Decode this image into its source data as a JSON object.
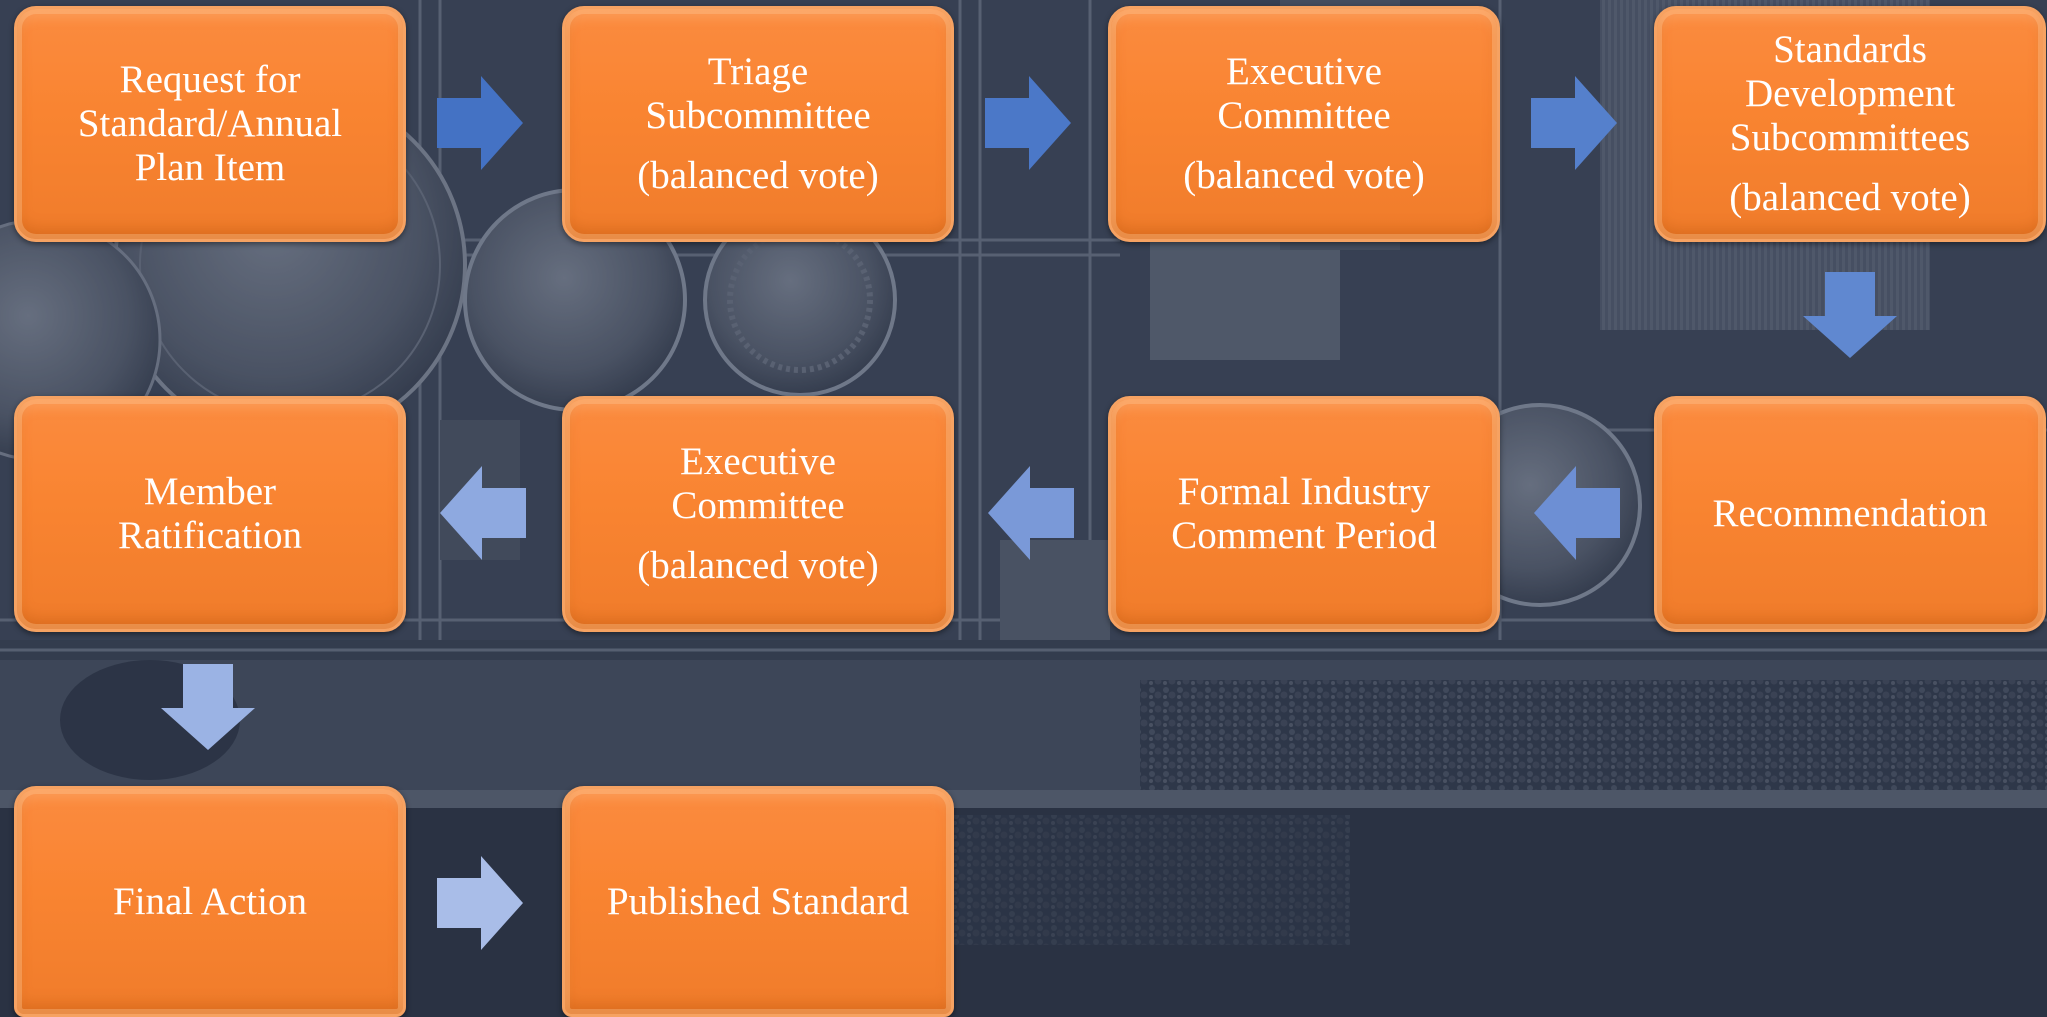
{
  "steps": {
    "request": {
      "main": "Request for\nStandard/Annual\nPlan Item",
      "sub": ""
    },
    "triage": {
      "main": "Triage\nSubcommittee",
      "sub": "(balanced vote)"
    },
    "executive1": {
      "main": "Executive\nCommittee",
      "sub": "(balanced vote)"
    },
    "standards_dev": {
      "main": "Standards\nDevelopment\nSubcommittees",
      "sub": "(balanced vote)"
    },
    "recommendation": {
      "main": "Recommendation",
      "sub": ""
    },
    "formal_comment": {
      "main": "Formal Industry\nComment Period",
      "sub": ""
    },
    "executive2": {
      "main": "Executive\nCommittee",
      "sub": "(balanced vote)"
    },
    "member_ratification": {
      "main": "Member\nRatification",
      "sub": ""
    },
    "final_action": {
      "main": "Final Action",
      "sub": ""
    },
    "published_standard": {
      "main": "Published Standard",
      "sub": ""
    }
  },
  "colors": {
    "box_fill": "#f98431",
    "arrow_dark": "#4472c4",
    "arrow_mid": "#6d8fd4",
    "arrow_light": "#8ea9e0",
    "arrow_lightest": "#a9bde8"
  },
  "icons": {
    "arrow_right": "arrow-right-icon",
    "arrow_left": "arrow-left-icon",
    "arrow_down": "arrow-down-icon"
  }
}
